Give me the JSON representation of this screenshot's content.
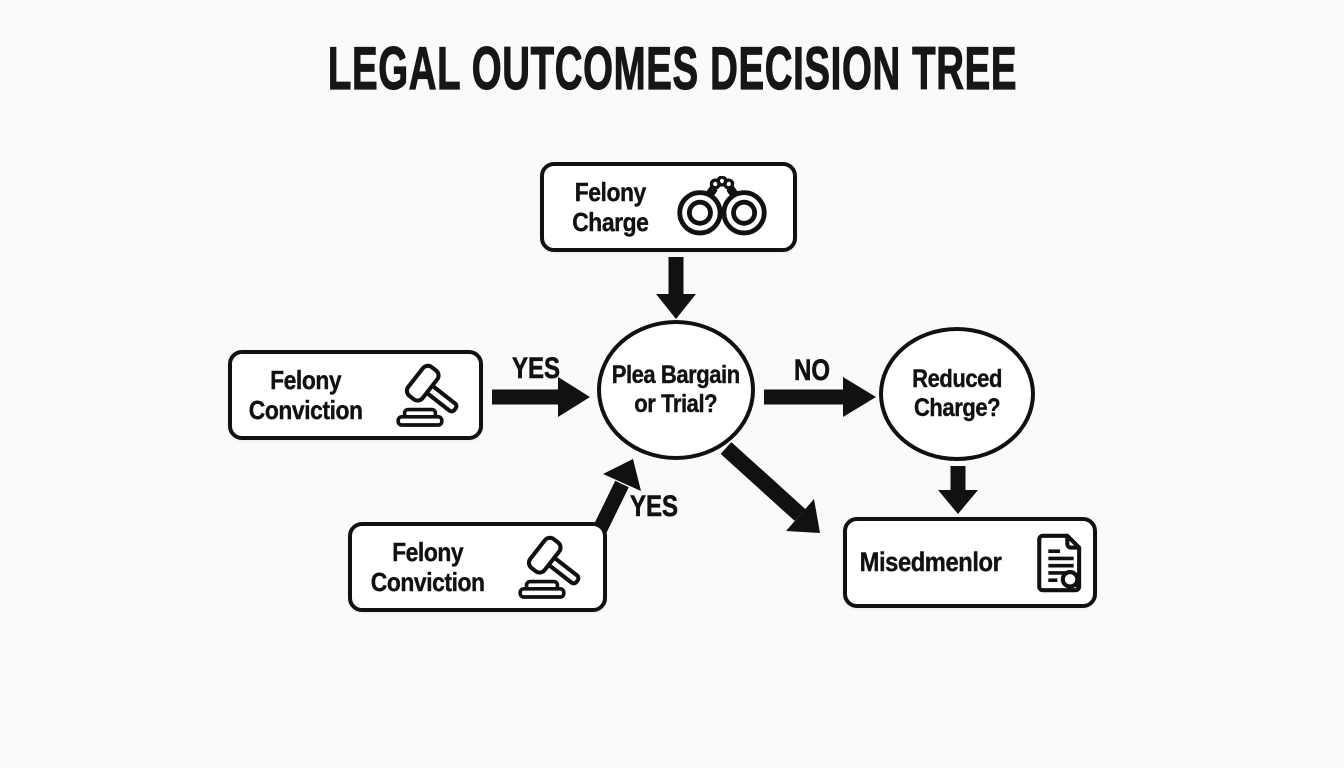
{
  "title": "LEGAL OUTCOMES DECISION TREE",
  "nodes": {
    "felony_charge": {
      "lines": [
        "Felony",
        "Charge"
      ],
      "icon": "handcuffs"
    },
    "plea_trial": {
      "lines": [
        "Plea Bargain",
        "or Trial?"
      ]
    },
    "felony_conviction_left": {
      "lines": [
        "Felony",
        "Conviction"
      ],
      "icon": "gavel"
    },
    "felony_conviction_bottom": {
      "lines": [
        "Felony",
        "Conviction"
      ],
      "icon": "gavel"
    },
    "reduced_charge": {
      "lines": [
        "Reduced",
        "Charge?"
      ]
    },
    "misdemeanor": {
      "lines": [
        "Misedmenlor"
      ],
      "icon": "document"
    }
  },
  "edge_labels": {
    "left_yes": "YES",
    "right_no": "NO",
    "bottom_yes": "YES"
  },
  "colors": {
    "background": "#fafafa",
    "node_fill": "#ffffff",
    "stroke": "#111111",
    "text": "#111111"
  }
}
